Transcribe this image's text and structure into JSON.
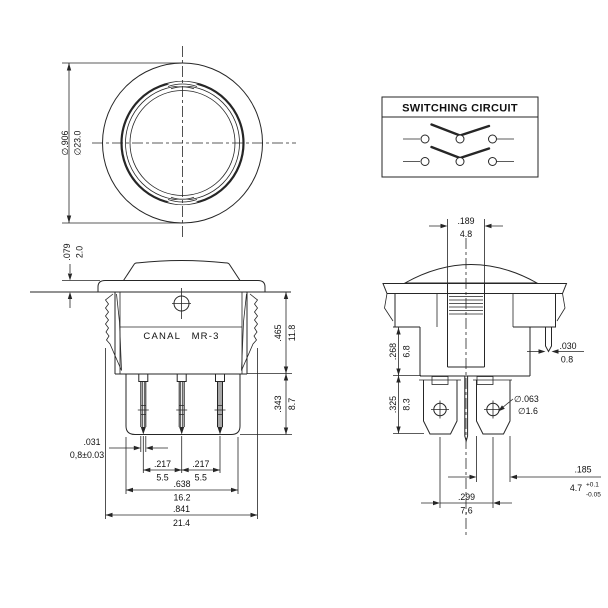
{
  "circuit_box": {
    "title": "SWITCHING CIRCUIT"
  },
  "top_view": {
    "dia_inch": "∅.906",
    "dia_mm": "∅23.0"
  },
  "front_view": {
    "brand": "CANAL MR-3",
    "dims": {
      "flange_thickness": {
        "inch": ".079",
        "mm": "2.0"
      },
      "body_height": {
        "inch": ".465",
        "mm": "11.8"
      },
      "terminal_length": {
        "inch": ".343",
        "mm": "8.7"
      },
      "terminal_thickness": {
        "inch": ".031",
        "mm": "0,8±0.03"
      },
      "pitch_left": {
        "inch": ".217",
        "mm": "5.5"
      },
      "pitch_right": {
        "inch": ".217",
        "mm": "5.5"
      },
      "body_width": {
        "inch": ".638",
        "mm": "16.2"
      },
      "overall_width": {
        "inch": ".841",
        "mm": "21.4"
      }
    }
  },
  "side_view": {
    "dims": {
      "actuator_width": {
        "inch": ".189",
        "mm": "4.8"
      },
      "clip_thickness": {
        "inch": ".030",
        "mm": "0.8"
      },
      "upper_body_height": {
        "inch": ".268",
        "mm": "6.8"
      },
      "terminal_height": {
        "inch": ".325",
        "mm": "8.3"
      },
      "hole_diameter": {
        "inch": "∅.063",
        "mm": "∅1.6"
      },
      "terminal_width": {
        "inch": ".185",
        "mm": "4.7",
        "tol_plus": "+0.1",
        "tol_minus": "-0.05"
      },
      "terminal_spacing": {
        "inch": ".299",
        "mm": "7.6"
      }
    }
  }
}
